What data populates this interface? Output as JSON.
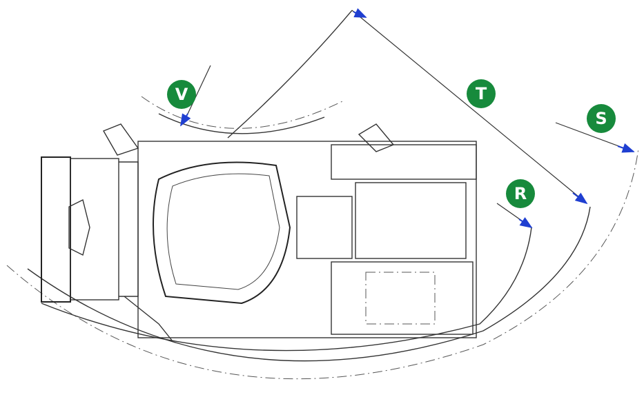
{
  "labels": {
    "v": "V",
    "t": "T",
    "s": "S",
    "r": "R"
  },
  "colors": {
    "badge": "#178a3c",
    "arrow": "#1f3fd1",
    "line": "#333333"
  }
}
